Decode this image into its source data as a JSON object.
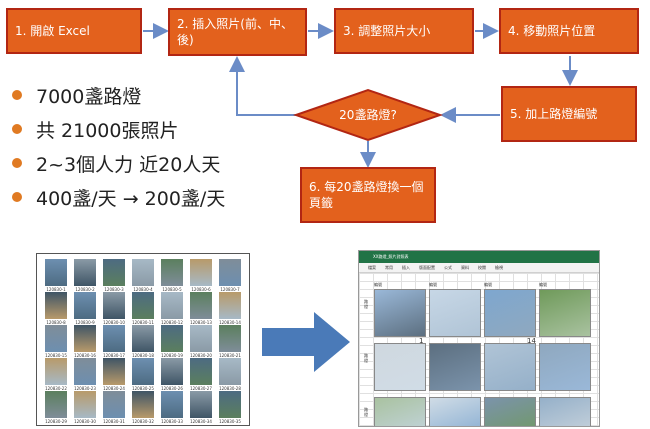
{
  "flow": {
    "steps": [
      {
        "id": "s1",
        "label": "1. 開啟 Excel"
      },
      {
        "id": "s2",
        "label": "2. 插入照片(前、中、後)"
      },
      {
        "id": "s3",
        "label": "3. 調整照片大小"
      },
      {
        "id": "s4",
        "label": "4. 移動照片位置"
      },
      {
        "id": "s5",
        "label": "5. 加上路燈編號"
      },
      {
        "id": "s6",
        "label": "6. 每20盞路燈換一個頁籤"
      }
    ],
    "decision": "20盞路燈?",
    "colors": {
      "box": "#e3611d",
      "border": "#b22613",
      "arrow": "#6b8cc7"
    }
  },
  "bullets": [
    "7000盞路燈",
    "共 21000張照片",
    "2~3個人力 近20人天",
    "400盞/天 → 200盞/天"
  ],
  "before": {
    "labels": [
      [
        "120830-1",
        "120830-2",
        "120830-3",
        "120830-4",
        "120830-5",
        "120830-6",
        "120830-7"
      ],
      [
        "120830-8",
        "120830-9",
        "120830-10",
        "120830-11",
        "120830-12",
        "120830-13",
        "120830-14"
      ],
      [
        "120830-15",
        "120830-16",
        "120830-17",
        "120830-18",
        "120830-19",
        "120830-20",
        "120830-21"
      ],
      [
        "120830-22",
        "120830-23",
        "120830-24",
        "120830-25",
        "120830-26",
        "120830-27",
        "120830-28"
      ],
      [
        "120830-29",
        "120830-30",
        "120830-31",
        "120830-32",
        "120830-33",
        "120830-34",
        "120830-35"
      ]
    ]
  },
  "after": {
    "title": "XX路燈_照片對照表",
    "menu": [
      "檔案",
      "常用",
      "插入",
      "版面配置",
      "公式",
      "資料",
      "校閱",
      "檢視"
    ],
    "col_labels": [
      "編號",
      "編號",
      "編號",
      "編號"
    ],
    "side_labels": [
      "路燈",
      "路燈",
      "路燈"
    ],
    "numbers": [
      "1",
      "14"
    ]
  },
  "arrow_color": "#4a7ab8"
}
